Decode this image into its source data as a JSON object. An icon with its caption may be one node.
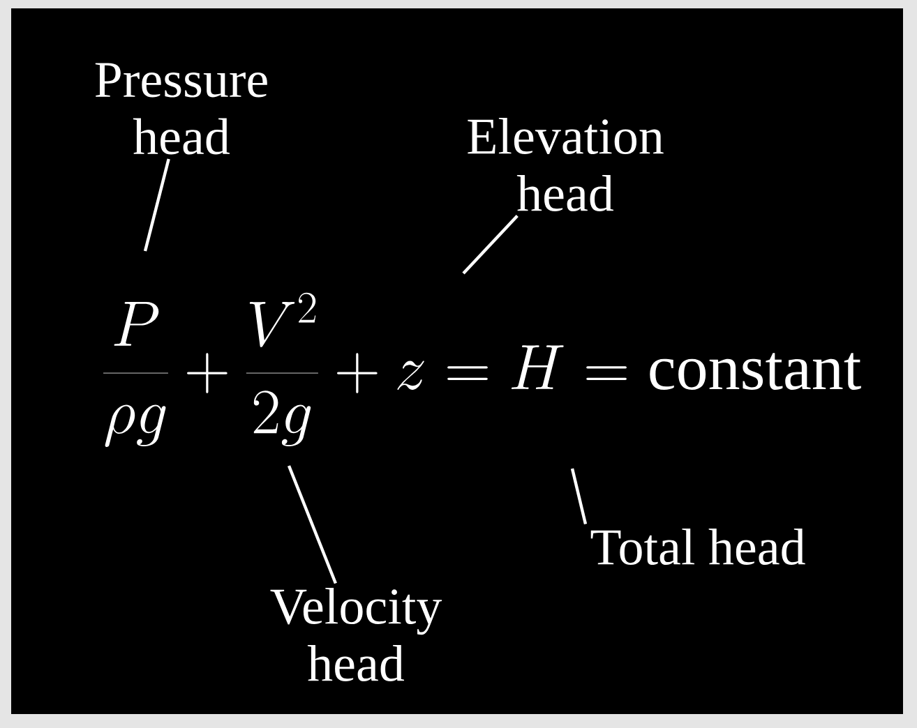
{
  "diagram": {
    "nodes": [
      {
        "text": [
          "Pressure head"
        ]
      },
      {
        "text": [
          "Elevation head"
        ]
      },
      {
        "text": [
          "Velocity head"
        ]
      },
      {
        "text": [
          "Total head"
        ]
      }
    ],
    "edges": [
      {
        "from": 0,
        "to": null,
        "arrow": "none"
      },
      {
        "from": 1,
        "to": null,
        "arrow": "none"
      },
      {
        "from": 2,
        "to": null,
        "arrow": "none"
      },
      {
        "from": 3,
        "to": null,
        "arrow": "none"
      }
    ],
    "labels": [
      "\\frac{P}{\\rho g}+\\frac{V^{2}}{2g}+z=H=\\mathrm{constant}"
    ]
  }
}
